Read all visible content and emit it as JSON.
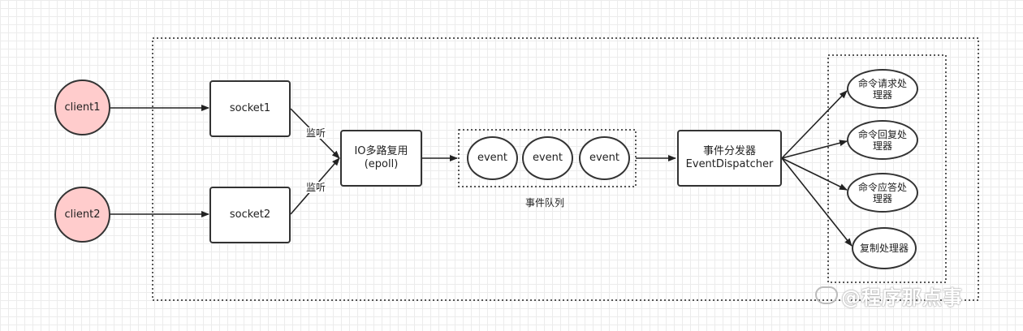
{
  "clients": [
    {
      "label": "client1"
    },
    {
      "label": "client2"
    }
  ],
  "sockets": [
    {
      "label": "socket1"
    },
    {
      "label": "socket2"
    }
  ],
  "edge_labels": {
    "listen1": "监听",
    "listen2": "监听"
  },
  "multiplexer": {
    "line1": "IO多路复用",
    "line2": "(epoll)"
  },
  "event_queue": {
    "events": [
      "event",
      "event",
      "event"
    ],
    "caption": "事件队列"
  },
  "dispatcher": {
    "line1": "事件分发器",
    "line2": "EventDispatcher"
  },
  "handlers": [
    {
      "line1": "命令请求处",
      "line2": "理器"
    },
    {
      "line1": "命令回复处",
      "line2": "理器"
    },
    {
      "line1": "命令应答处",
      "line2": "理器"
    },
    {
      "line1": "复制处理器",
      "line2": ""
    }
  ],
  "watermark": {
    "text": "@程序那点事",
    "icon": "weibo-like-logo-icon"
  },
  "colors": {
    "client_fill": "#ffcccc",
    "stroke": "#333333"
  }
}
